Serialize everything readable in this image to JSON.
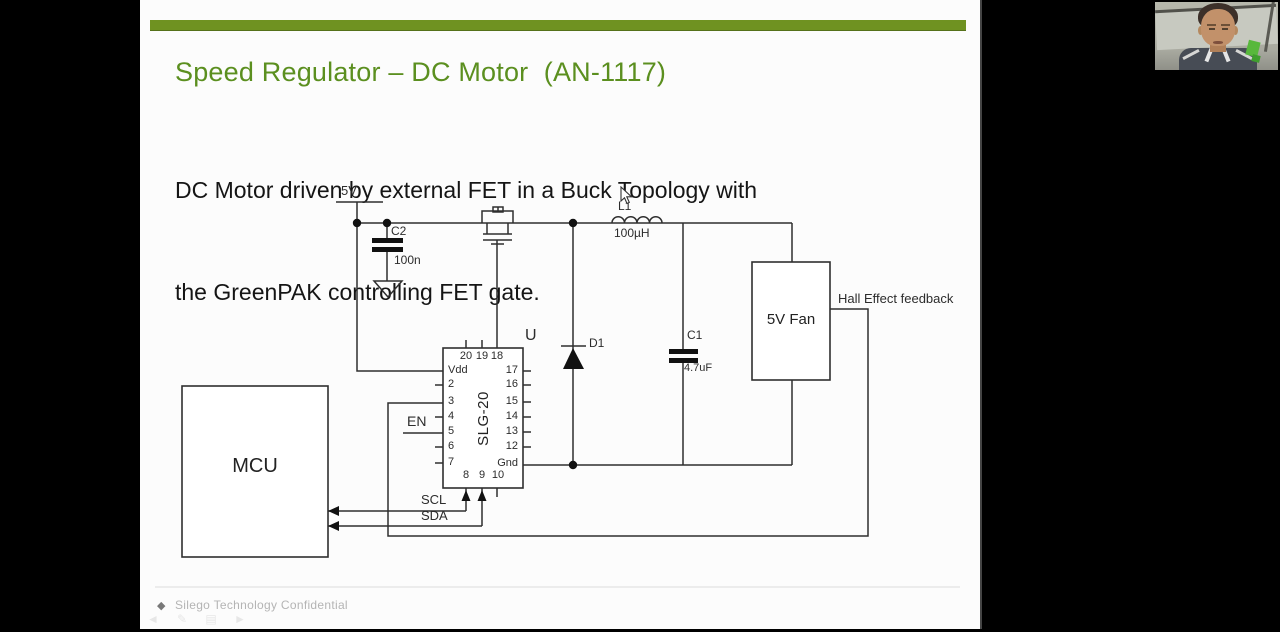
{
  "slide": {
    "title": "Speed Regulator – DC Motor  (AN-1117)",
    "subtitle_line1": "DC Motor driven by external FET in a Buck Topology with",
    "subtitle_line2": "the GreenPAK controlling FET gate.",
    "accent_color": "#6f9221",
    "title_color": "#5b8f1f"
  },
  "schematic": {
    "supply_label": "5V",
    "c2": {
      "ref": "C2",
      "value": "100n"
    },
    "l1": {
      "ref": "L1",
      "value": "100µH"
    },
    "d1": {
      "ref": "D1"
    },
    "c1": {
      "ref": "C1",
      "value": "4.7uF"
    },
    "fan": {
      "label": "5V Fan"
    },
    "hall_label": "Hall Effect feedback",
    "mcu_label": "MCU",
    "en_label": "EN",
    "scl_label": "SCL",
    "sda_label": "SDA",
    "chip": {
      "designator": "U",
      "part": "SLG-20",
      "top_pins": [
        "20",
        "19",
        "18"
      ],
      "left_pins": [
        "Vdd",
        "2",
        "3",
        "4",
        "5",
        "6",
        "7"
      ],
      "right_pins": [
        "17",
        "16",
        "15",
        "14",
        "13",
        "12",
        "Gnd"
      ],
      "bottom_pins": [
        "8",
        "9",
        "10"
      ]
    },
    "wire_color": "#2f2f2f"
  },
  "footer": {
    "logo_glyph": "◆",
    "confidential_text": "Silego Technology Confidential",
    "toolbar_icons": {
      "prev": "◄",
      "next": "►",
      "pen": "✎",
      "slides": "▤"
    }
  },
  "webcam": {
    "description": "presenter video"
  }
}
